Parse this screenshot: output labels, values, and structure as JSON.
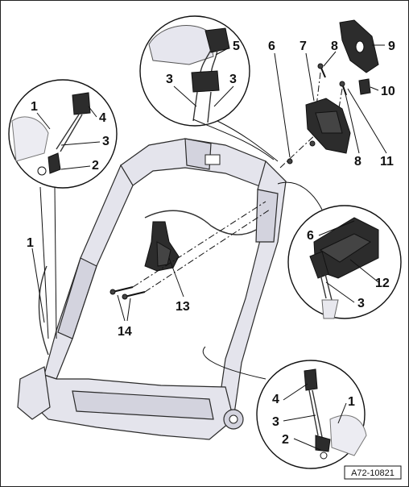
{
  "figure": {
    "reference_code": "A72-10821",
    "callouts": {
      "main_5": "5",
      "main_3a": "3",
      "main_3b": "3",
      "tl_1": "1",
      "tl_4": "4",
      "tl_3": "3",
      "tl_2": "2",
      "mid_6": "6",
      "mid_7": "7",
      "mid_8a": "8",
      "mid_9": "9",
      "mid_10": "10",
      "mid_8b": "8",
      "mid_11": "11",
      "left_1": "1",
      "r_6": "6",
      "r_12": "12",
      "r_3": "3",
      "c_13": "13",
      "c_14": "14",
      "br_4": "4",
      "br_1": "1",
      "br_3": "3",
      "br_2": "2"
    }
  }
}
